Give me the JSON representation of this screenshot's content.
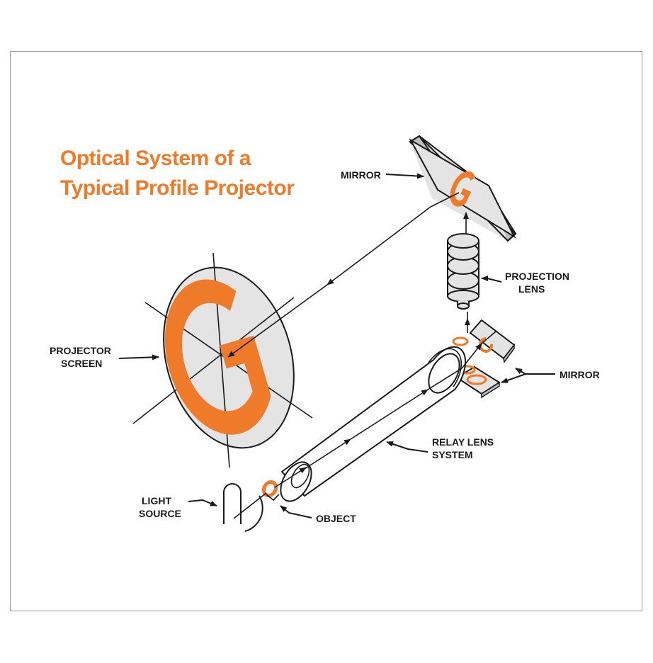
{
  "title": {
    "line1": "Optical System of  a",
    "line2": "Typical Profile Projector"
  },
  "labels": {
    "mirror_top": "MIRROR",
    "projection_lens_1": "PROJECTION",
    "projection_lens_2": "LENS",
    "projector_screen_1": "PROJECTOR",
    "projector_screen_2": "SCREEN",
    "mirror_right": "MIRROR",
    "relay_lens_1": "RELAY LENS",
    "relay_lens_2": "SYSTEM",
    "light_source_1": "LIGHT",
    "light_source_2": "SOURCE",
    "object": "OBJECT"
  },
  "colors": {
    "accent": "#ef7a2a",
    "panel_fill": "#e4e4e4",
    "stroke": "#1a1a1a",
    "frame": "#9a9a9a"
  },
  "image_letter": "G"
}
